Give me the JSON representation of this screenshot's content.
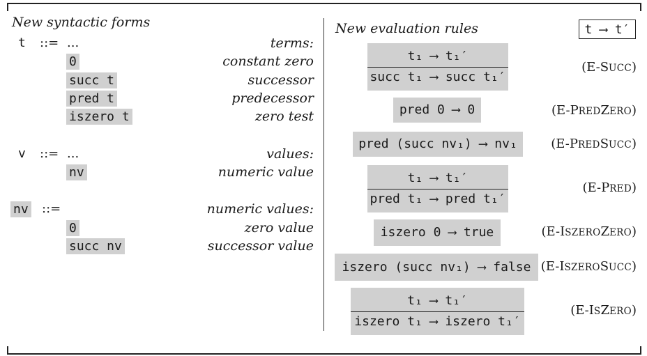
{
  "left": {
    "title": "New syntactic forms",
    "groups": [
      {
        "meta": "t",
        "sym": "::=",
        "first": "...",
        "first_desc": "terms:",
        "rows": [
          {
            "form": "0",
            "desc": "constant zero"
          },
          {
            "form": "succ t",
            "desc": "successor"
          },
          {
            "form": "pred t",
            "desc": "predecessor"
          },
          {
            "form": "iszero t",
            "desc": "zero test"
          }
        ]
      },
      {
        "meta": "v",
        "sym": "::=",
        "first": "...",
        "first_desc": "values:",
        "rows": [
          {
            "form": "nv",
            "desc": "numeric value"
          }
        ]
      },
      {
        "meta": "nv",
        "sym": "::=",
        "first": "",
        "first_desc": "numeric values:",
        "rows": [
          {
            "form": "0",
            "desc": "zero value"
          },
          {
            "form": "succ nv",
            "desc": "successor value"
          }
        ]
      }
    ]
  },
  "right": {
    "title": "New evaluation rules",
    "judgment": "t ⟶ t′",
    "rules": [
      {
        "premise": "t₁ ⟶ t₁′",
        "conclusion": "succ t₁ ⟶ succ t₁′",
        "name_prefix": "(E-",
        "name_cap": "S",
        "name_small": "UCC",
        "name_suffix": ")"
      },
      {
        "premise": "",
        "conclusion": "pred 0 ⟶ 0",
        "name_prefix": "(E-",
        "name_cap": "P",
        "name_small": "RED",
        "name_cap2": "Z",
        "name_small2": "ERO",
        "name_suffix": ")"
      },
      {
        "premise": "",
        "conclusion": "pred (succ nv₁) ⟶ nv₁",
        "name_prefix": "(E-",
        "name_cap": "P",
        "name_small": "RED",
        "name_cap2": "S",
        "name_small2": "UCC",
        "name_suffix": ")"
      },
      {
        "premise": "t₁ ⟶ t₁′",
        "conclusion": "pred t₁ ⟶ pred t₁′",
        "name_prefix": "(E-",
        "name_cap": "P",
        "name_small": "RED",
        "name_suffix": ")"
      },
      {
        "premise": "",
        "conclusion": "iszero 0 ⟶ true",
        "name_prefix": "(E-",
        "name_cap": "I",
        "name_small": "SZERO",
        "name_cap2": "Z",
        "name_small2": "ERO",
        "name_suffix": ")"
      },
      {
        "premise": "",
        "conclusion": "iszero (succ nv₁) ⟶ false",
        "name_prefix": "(E-",
        "name_cap": "I",
        "name_small": "SZERO",
        "name_cap2": "S",
        "name_small2": "UCC",
        "name_suffix": ")"
      },
      {
        "premise": "t₁ ⟶ t₁′",
        "conclusion": "iszero t₁ ⟶ iszero t₁′",
        "name_prefix": "(E-",
        "name_cap": "I",
        "name_small": "S",
        "name_cap2": "Z",
        "name_small2": "ERO",
        "name_suffix": ")"
      }
    ]
  }
}
